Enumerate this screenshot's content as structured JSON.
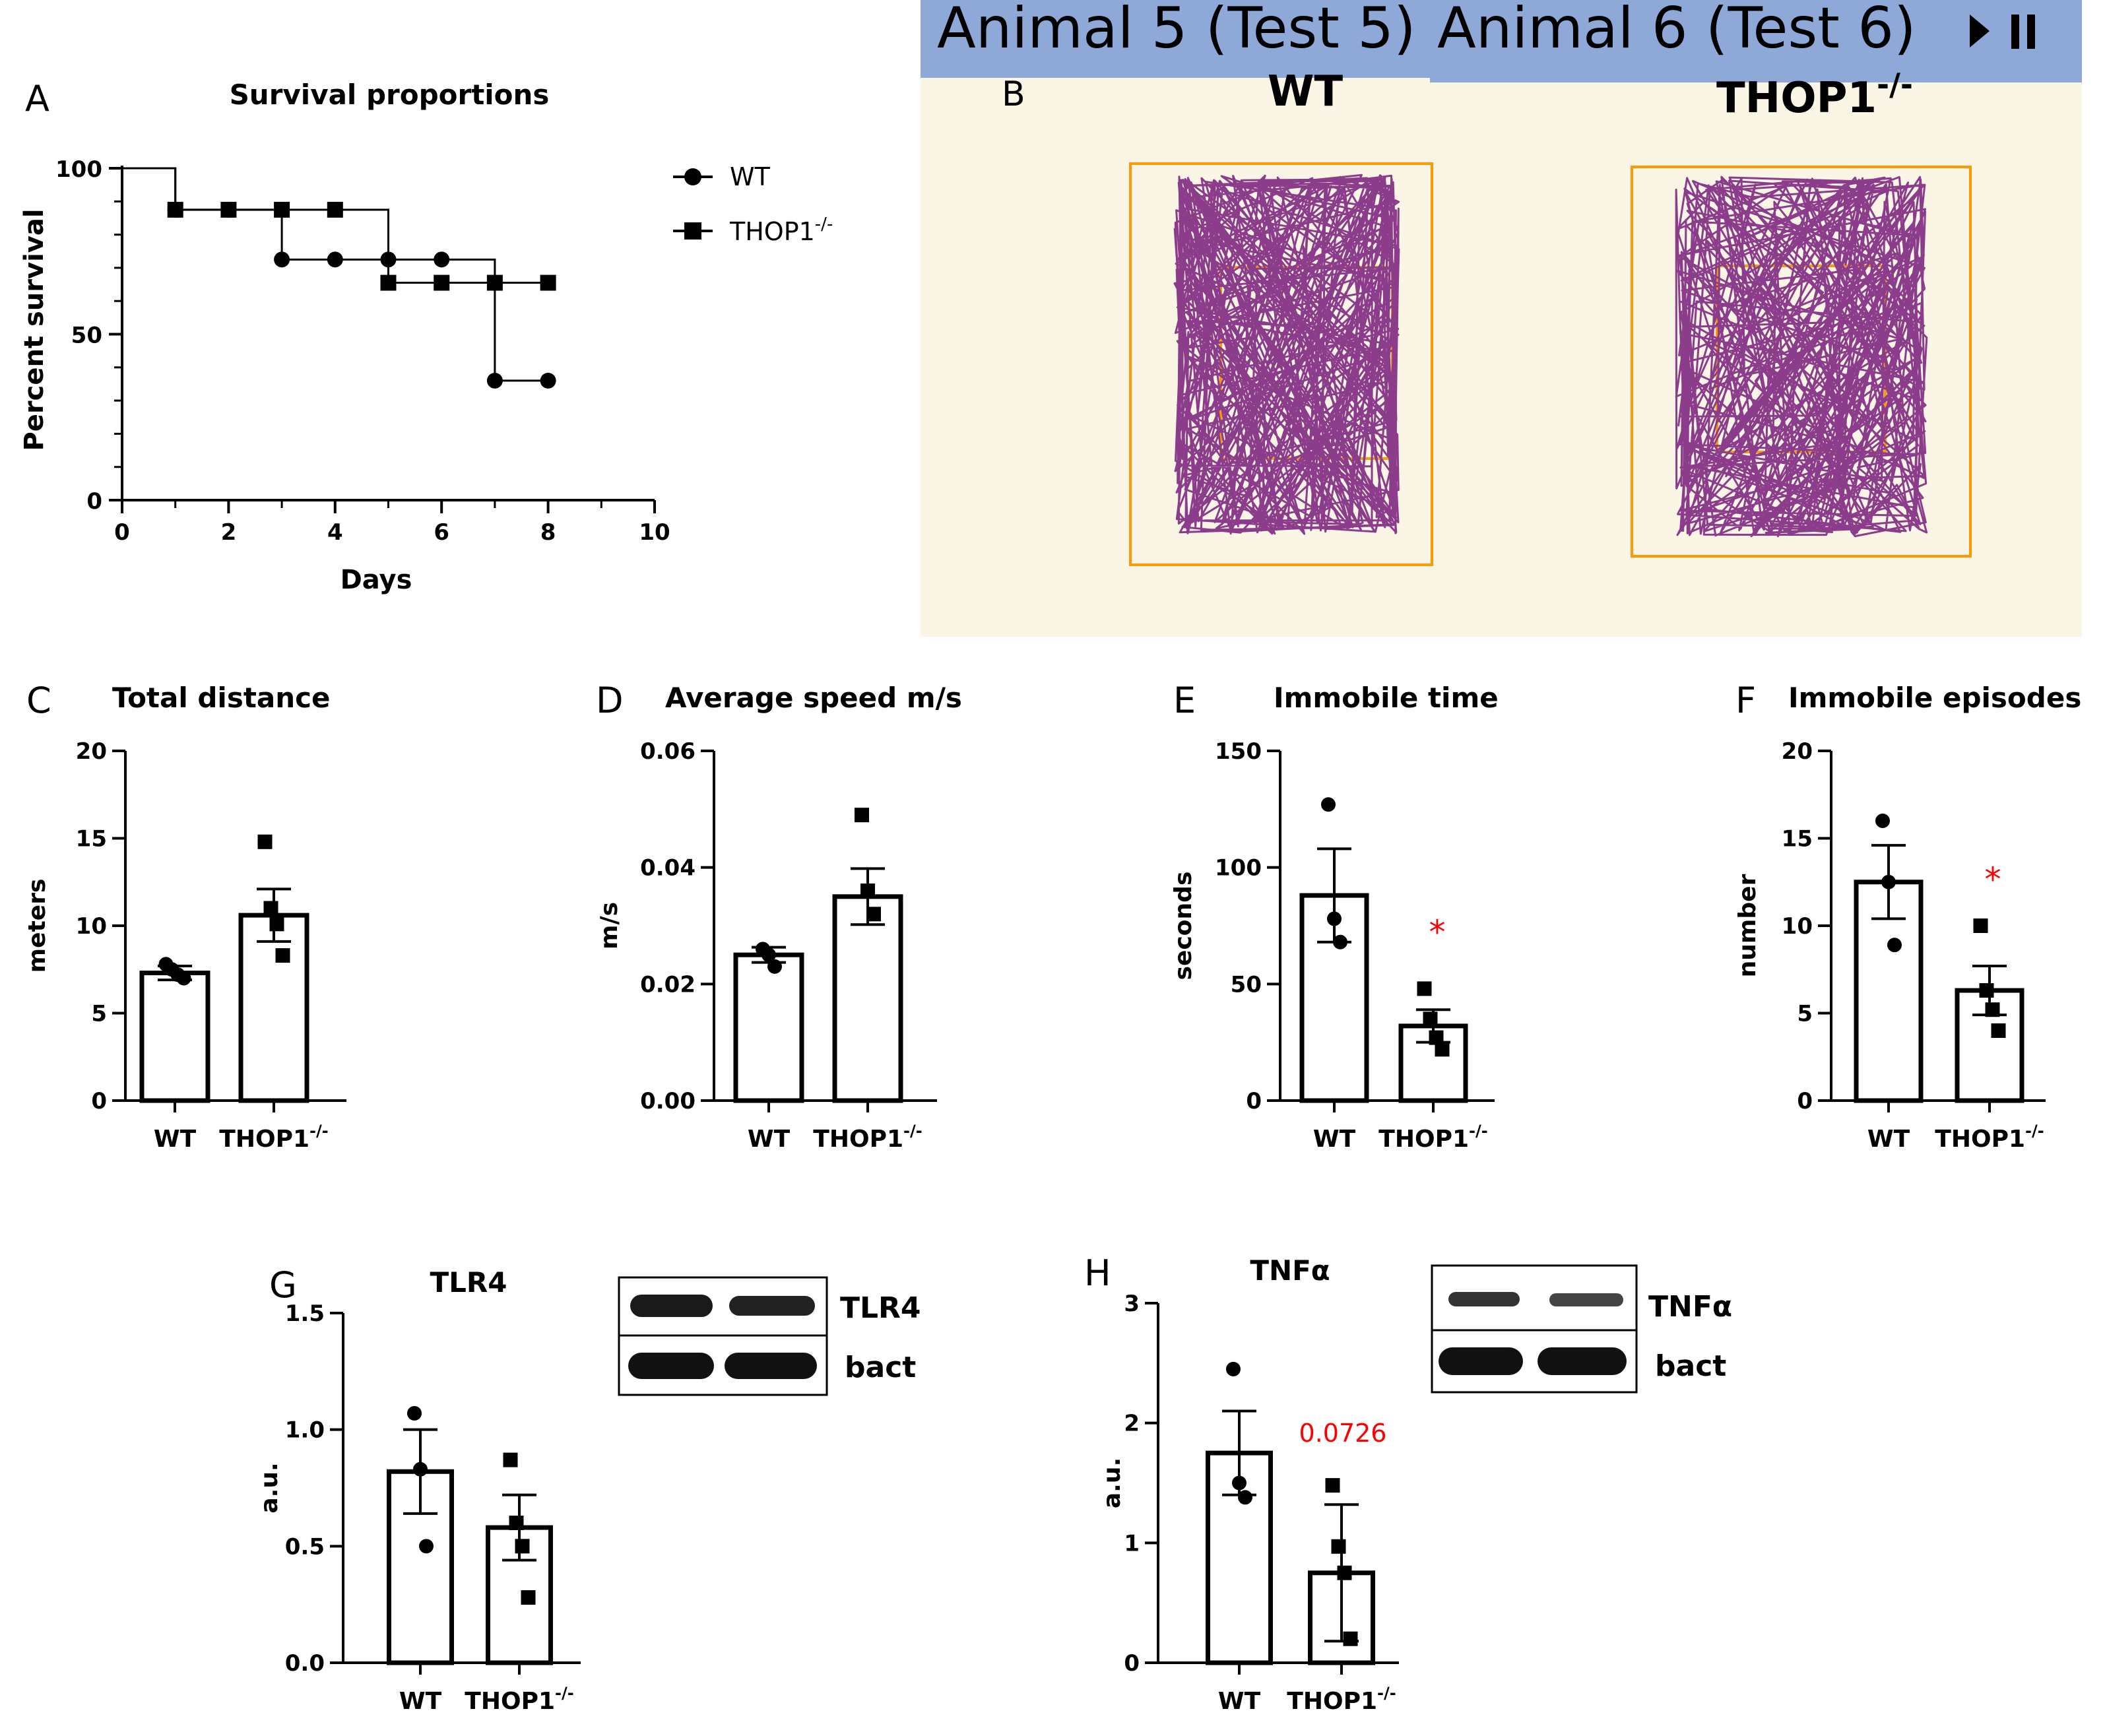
{
  "colors": {
    "ink": "#000000",
    "significance": "#ff0000",
    "arena_border": "#ff9900",
    "track": "#8b3c8b",
    "arena_bg": "#fbf5e6",
    "window_bar": "#8ea8d8"
  },
  "panels": {
    "A": {
      "letter": "A",
      "chart_data": {
        "type": "line",
        "subtype": "kaplan-meier survival (step)",
        "title": "Survival proportions",
        "xlabel": "Days",
        "ylabel": "Percent survival",
        "xlim": [
          0,
          10
        ],
        "ylim": [
          0,
          100
        ],
        "xticks": [
          "0",
          "2",
          "4",
          "6",
          "8",
          "10"
        ],
        "yticks": [
          "0",
          "50",
          "100"
        ],
        "legend_position": "right",
        "series": [
          {
            "name": "WT",
            "marker": "circle",
            "x": [
              0,
              1,
              3,
              5,
              7,
              8
            ],
            "y": [
              100,
              87.5,
              72.5,
              72.5,
              36,
              36
            ],
            "marker_x": [
              1,
              2,
              3,
              4,
              5,
              6,
              7,
              8
            ],
            "marker_y": [
              87.5,
              87.5,
              72.5,
              72.5,
              72.5,
              72.5,
              36,
              36
            ]
          },
          {
            "name": "THOP1",
            "name_sup": "-/-",
            "marker": "square",
            "x": [
              0,
              1,
              5,
              8
            ],
            "y": [
              100,
              87.5,
              65.5,
              65.5
            ],
            "marker_x": [
              1,
              2,
              3,
              4,
              5,
              6,
              7,
              8
            ],
            "marker_y": [
              87.5,
              87.5,
              87.5,
              87.5,
              65.5,
              65.5,
              65.5,
              65.5
            ]
          }
        ]
      }
    },
    "B": {
      "letter": "B",
      "header_left": "Animal 5 (Test 5)",
      "header_right": "Animal 6 (Test 6)",
      "label_left": "WT",
      "label_right": "THOP1",
      "label_right_sup": "-/-",
      "controls": [
        "play-icon",
        "pause-icon"
      ]
    },
    "C": {
      "letter": "C",
      "chart_data": {
        "type": "bar",
        "title": "Total distance",
        "xlabel": "",
        "ylabel": "meters",
        "ylim": [
          0,
          20
        ],
        "yticks": [
          "0",
          "5",
          "10",
          "15",
          "20"
        ],
        "categories": [
          "WT",
          "THOP1"
        ],
        "category_sup": [
          "",
          "-/-"
        ],
        "values": [
          7.3,
          10.6
        ],
        "sem": [
          0.4,
          1.5
        ],
        "points": [
          [
            7.8,
            7.5,
            7.2,
            7.0
          ],
          [
            14.8,
            11.0,
            10.1,
            8.3
          ]
        ],
        "markers": [
          "circle",
          "square"
        ],
        "annotation": ""
      }
    },
    "D": {
      "letter": "D",
      "chart_data": {
        "type": "bar",
        "title": "Average speed m/s",
        "xlabel": "",
        "ylabel": "m/s",
        "ylim": [
          0,
          0.06
        ],
        "yticks": [
          "0.00",
          "0.02",
          "0.04",
          "0.06"
        ],
        "categories": [
          "WT",
          "THOP1"
        ],
        "category_sup": [
          "",
          "-/-"
        ],
        "values": [
          0.025,
          0.035
        ],
        "sem": [
          0.0013,
          0.0048
        ],
        "points": [
          [
            0.026,
            0.025,
            0.023
          ],
          [
            0.049,
            0.036,
            0.032
          ]
        ],
        "markers": [
          "circle",
          "square"
        ],
        "annotation": ""
      }
    },
    "E": {
      "letter": "E",
      "chart_data": {
        "type": "bar",
        "title": "Immobile time",
        "xlabel": "",
        "ylabel": "seconds",
        "ylim": [
          0,
          150
        ],
        "yticks": [
          "0",
          "50",
          "100",
          "150"
        ],
        "categories": [
          "WT",
          "THOP1"
        ],
        "category_sup": [
          "",
          "-/-"
        ],
        "values": [
          88,
          32
        ],
        "sem": [
          20,
          7
        ],
        "points": [
          [
            127,
            78,
            68
          ],
          [
            48,
            35,
            27,
            22
          ]
        ],
        "markers": [
          "circle",
          "square"
        ],
        "annotation": "*"
      }
    },
    "F": {
      "letter": "F",
      "chart_data": {
        "type": "bar",
        "title": "Immobile episodes",
        "xlabel": "",
        "ylabel": "number",
        "ylim": [
          0,
          20
        ],
        "yticks": [
          "0",
          "5",
          "10",
          "15",
          "20"
        ],
        "categories": [
          "WT",
          "THOP1"
        ],
        "category_sup": [
          "",
          "-/-"
        ],
        "values": [
          12.5,
          6.3
        ],
        "sem": [
          2.1,
          1.4
        ],
        "points": [
          [
            16.0,
            12.5,
            8.9
          ],
          [
            10.0,
            6.3,
            5.2,
            4.0
          ]
        ],
        "markers": [
          "circle",
          "square"
        ],
        "annotation": "*"
      }
    },
    "G": {
      "letter": "G",
      "blot_labels": [
        "TLR4",
        "bact"
      ],
      "chart_data": {
        "type": "bar",
        "title": "TLR4",
        "xlabel": "",
        "ylabel": "a.u.",
        "ylim": [
          0,
          1.5
        ],
        "yticks": [
          "0.0",
          "0.5",
          "1.0",
          "1.5"
        ],
        "categories": [
          "WT",
          "THOP1"
        ],
        "category_sup": [
          "",
          "-/-"
        ],
        "values": [
          0.82,
          0.58
        ],
        "sem": [
          0.18,
          0.14
        ],
        "points": [
          [
            1.07,
            0.83,
            0.5
          ],
          [
            0.87,
            0.6,
            0.5,
            0.28
          ]
        ],
        "markers": [
          "circle",
          "square"
        ],
        "annotation": ""
      }
    },
    "H": {
      "letter": "H",
      "blot_labels": [
        "TNFα",
        "bact"
      ],
      "chart_data": {
        "type": "bar",
        "title": "TNFα",
        "xlabel": "",
        "ylabel": "a.u.",
        "ylim": [
          0,
          3
        ],
        "yticks": [
          "0",
          "1",
          "2",
          "3"
        ],
        "categories": [
          "WT",
          "THOP1"
        ],
        "category_sup": [
          "",
          "-/-"
        ],
        "values": [
          1.75,
          0.75
        ],
        "sem": [
          0.35,
          0.57
        ],
        "points": [
          [
            2.45,
            1.5,
            1.38
          ],
          [
            1.48,
            0.97,
            0.75,
            0.2
          ]
        ],
        "markers": [
          "circle",
          "square"
        ],
        "annotation": "0.0726"
      }
    }
  }
}
